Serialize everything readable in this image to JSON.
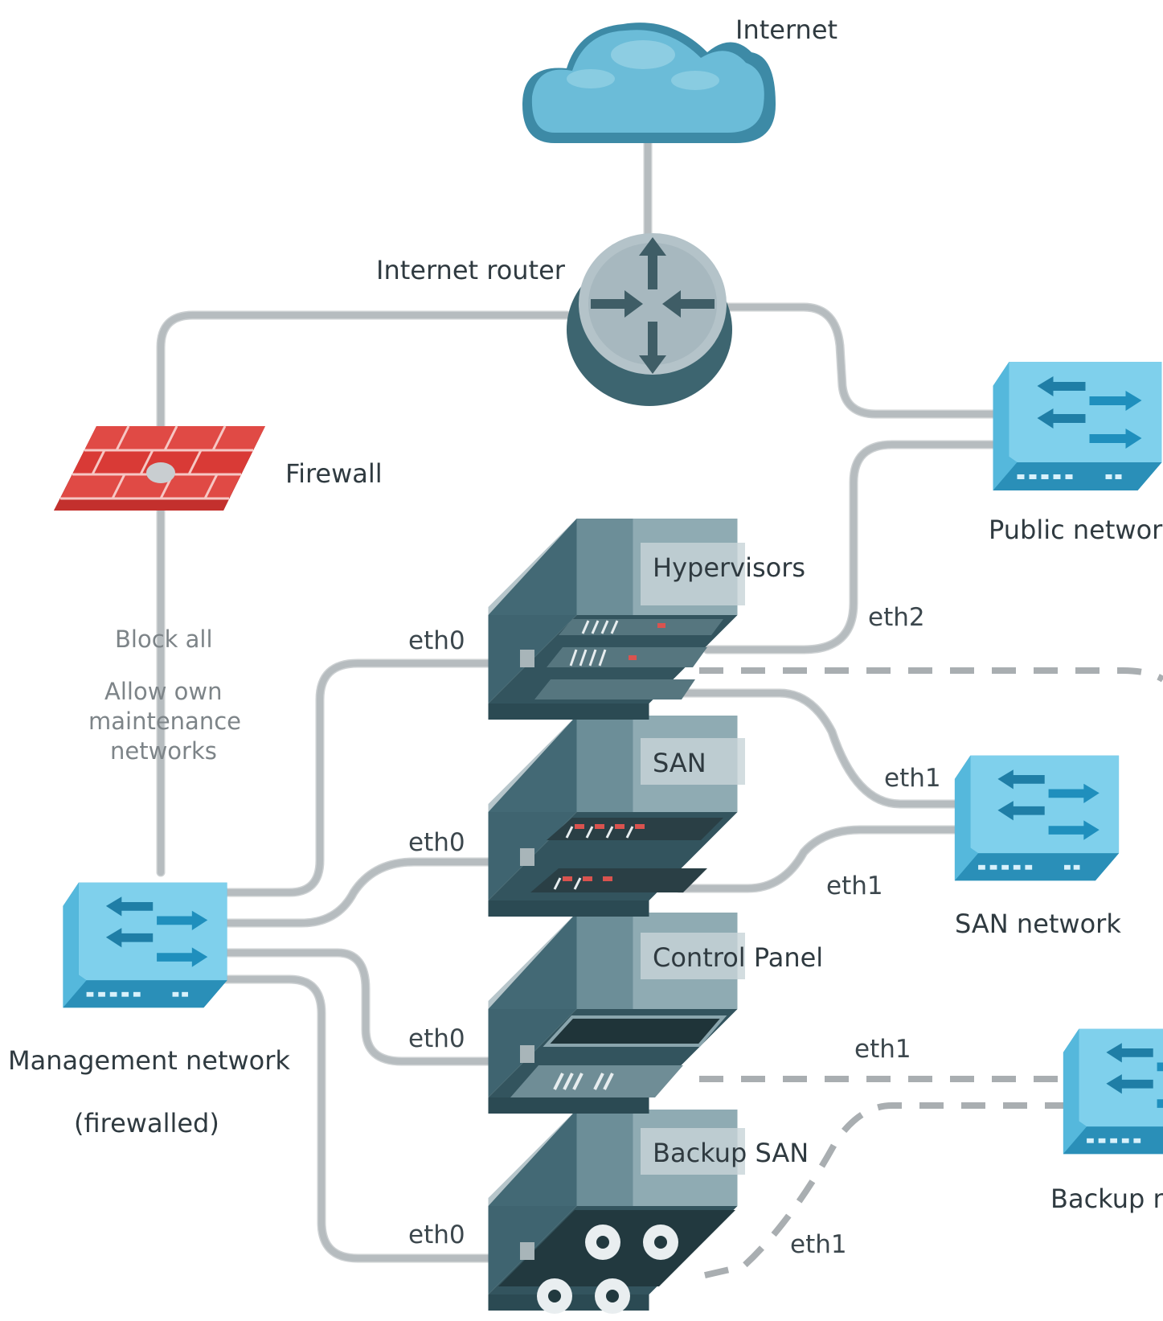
{
  "labels": {
    "internet": "Internet",
    "router": "Internet router",
    "firewall": "Firewall",
    "public_network": "Public networ",
    "hypervisors": "Hypervisors",
    "san": "SAN",
    "control_panel": "Control Panel",
    "backup_san": "Backup SAN",
    "san_network": "SAN network",
    "backup_network": "Backup n",
    "mgmt_network": "Management network",
    "mgmt_firewalled": "(firewalled)",
    "firewall_rule_1": "Block all",
    "firewall_rule_2a": "Allow own",
    "firewall_rule_2b": "maintenance",
    "firewall_rule_2c": "networks"
  },
  "interfaces": {
    "hyp_eth0": "eth0",
    "hyp_eth2": "eth2",
    "hyp_eth1": "eth1",
    "san_eth0": "eth0",
    "san_eth1": "eth1",
    "cp_eth0": "eth0",
    "cp_eth1": "eth1",
    "bsan_eth0": "eth0",
    "bsan_eth1": "eth1"
  },
  "colors": {
    "cloud": "#6bbcd8",
    "cloud_dark": "#3d8aa6",
    "router_face": "#b4c3c9",
    "router_side": "#3d6570",
    "firewall": "#d93a36",
    "switch_top": "#7fd0ec",
    "switch_side": "#2e9ec9",
    "server_face": "#8aa5ad",
    "server_dark": "#3f6470",
    "cable": "#b6bcbf"
  },
  "icons": [
    "cloud-icon",
    "router-icon",
    "firewall-icon",
    "switch-icon",
    "server-icon"
  ]
}
